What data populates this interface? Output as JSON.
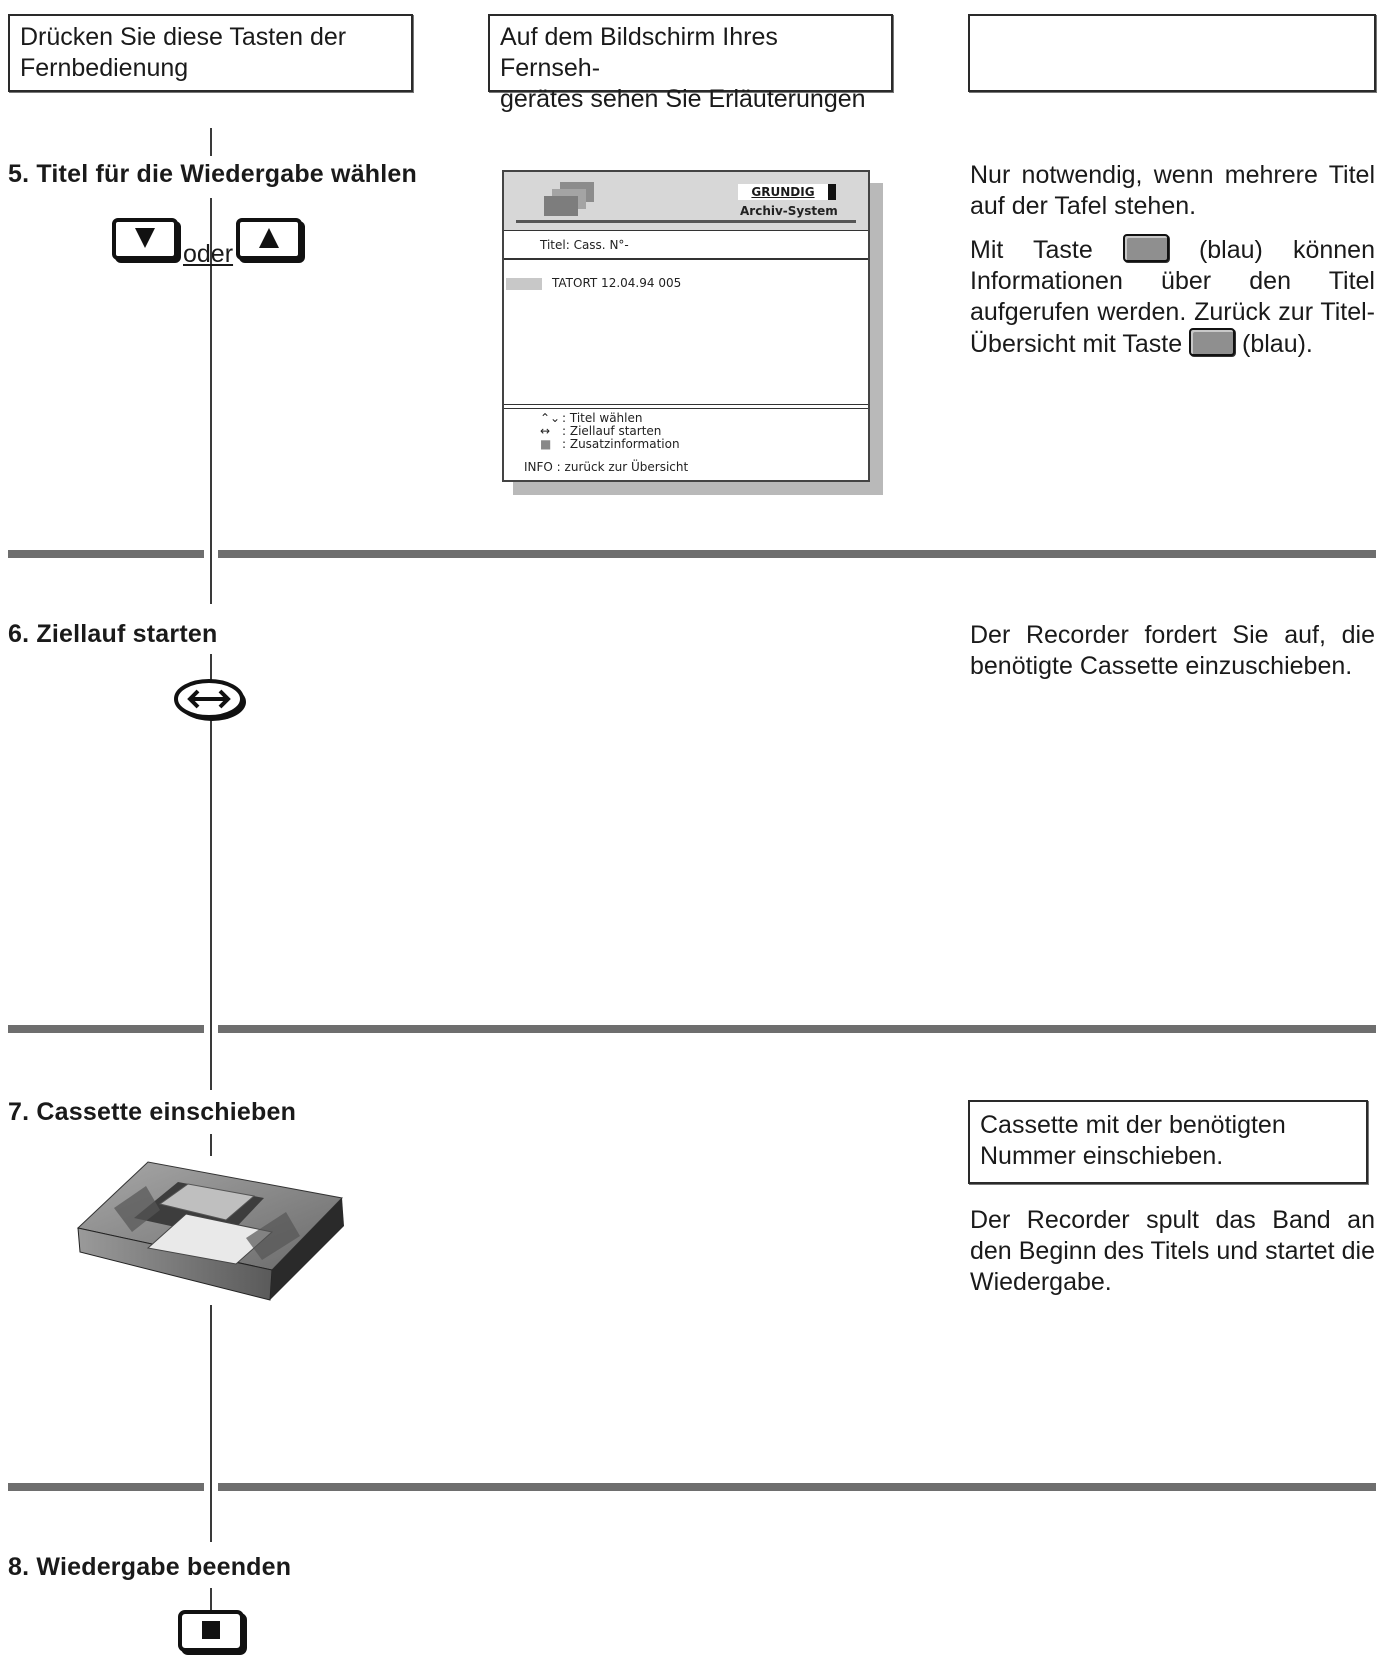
{
  "header": {
    "col1": [
      "Drücken Sie diese Tasten der",
      "Fernbedienung"
    ],
    "col2": [
      "Auf dem Bildschirm Ihres Fernseh-",
      "gerätes sehen Sie Erläuterungen"
    ],
    "col3": ""
  },
  "steps": [
    {
      "title": "5. Titel für die Wiedergabe wählen",
      "keys_connector": "oder",
      "paragraphs": [
        "Nur notwendig, wenn mehrere Titel auf der Tafel stehen.",
        [
          "Mit Taste ",
          " (blau) können Informationen über den Titel aufgerufen werden. Zurück zur Titel-Übersicht mit Taste ",
          " (blau)."
        ]
      ]
    },
    {
      "title": "6. Ziellauf starten",
      "paragraphs": [
        "Der Recorder fordert Sie auf, die benötigte Cassette einzuschieben."
      ]
    },
    {
      "title": "7. Cassette einschieben",
      "boxed_note": "Cassette mit der benötigten Nummer einschieben.",
      "paragraphs": [
        "Der Recorder spult das Band an den Beginn des Titels und startet die Wiedergabe."
      ]
    },
    {
      "title": "8. Wiedergabe beenden"
    }
  ],
  "screen": {
    "brand": "GRUNDIG",
    "system": "Archiv-System",
    "title_label": "Titel: Cass. N°-",
    "entry": "TATORT 12.04.94 005",
    "legend": [
      {
        "symbol": "⌃⌄",
        "text": ": Titel wählen"
      },
      {
        "symbol": "↔",
        "text": ": Ziellauf starten"
      },
      {
        "symbol": "■",
        "text": ": Zusatzinformation"
      }
    ],
    "footer": "INFO : zurück zur Übersicht"
  },
  "colors": {
    "rule": "#6e6e6e",
    "blue_key": "#8f8f8f"
  },
  "icons": [
    "arrow-down-key-icon",
    "arrow-up-key-icon",
    "target-run-key-icon",
    "cassette-icon",
    "stop-key-icon",
    "blue-key-icon"
  ]
}
